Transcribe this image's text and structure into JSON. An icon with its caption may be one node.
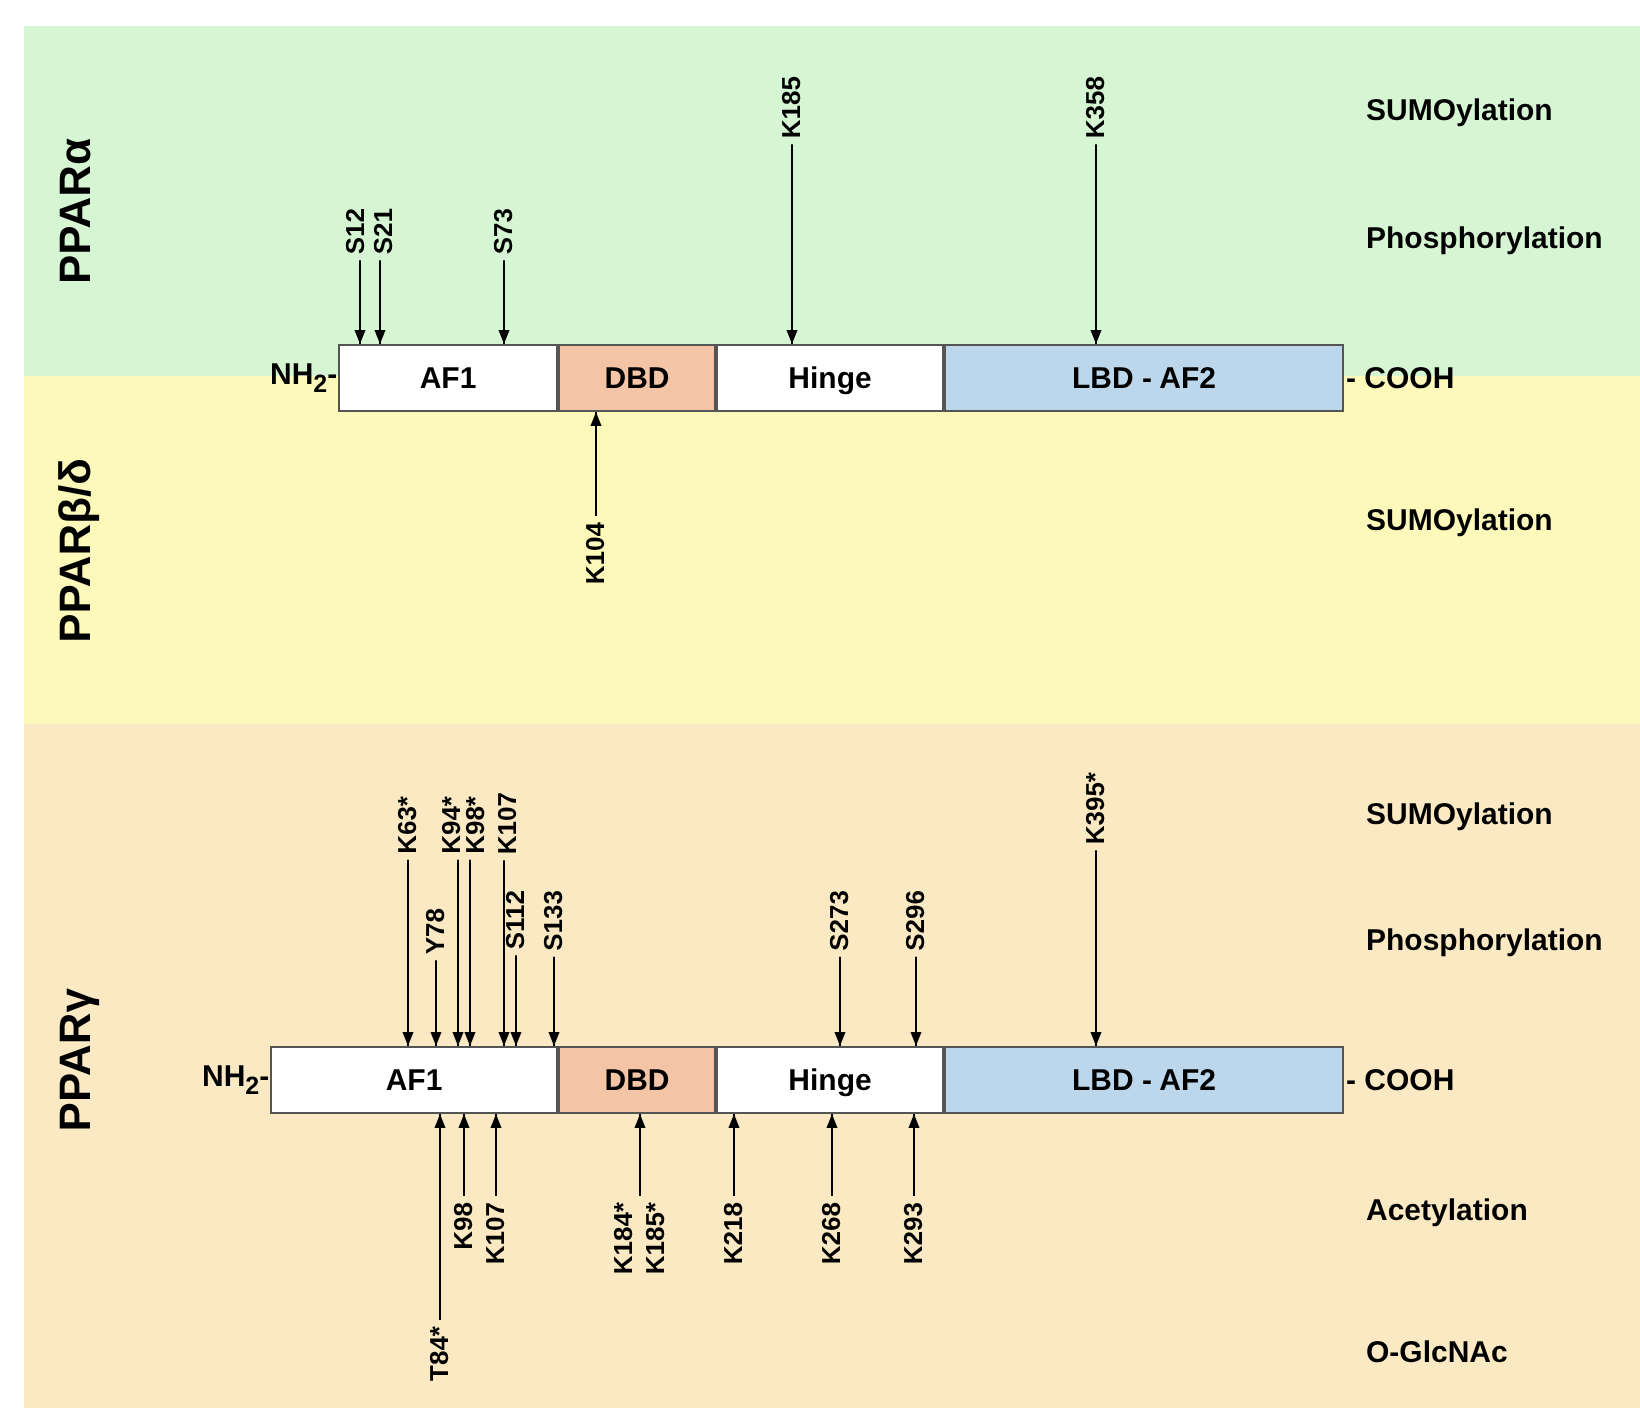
{
  "diagram": {
    "nodes": [
      {
        "text": [
          "PPARα"
        ]
      },
      {
        "text": [
          "PPARβ/δ"
        ]
      },
      {
        "text": [
          "PPARγ"
        ]
      },
      {
        "text": [
          "AF1"
        ],
        "beside": [
          "NH$_{2}$-"
        ]
      },
      {
        "text": [
          "DBD"
        ]
      },
      {
        "text": [
          "Hinge"
        ]
      },
      {
        "text": [
          "LBD - AF2"
        ],
        "beside": [
          "- COOH"
        ]
      },
      {
        "text": [
          "K185"
        ],
        "in": 0
      },
      {
        "text": [
          "K358"
        ],
        "in": 0
      },
      {
        "text": [
          "S12"
        ],
        "in": 0
      },
      {
        "text": [
          "S21"
        ],
        "in": 0
      },
      {
        "text": [
          "S73"
        ],
        "in": 0
      },
      {
        "text": [
          "K104"
        ],
        "in": 1
      },
      {
        "text": [
          "AF1"
        ],
        "in": 2,
        "beside": [
          "NH$_{2}$-"
        ]
      },
      {
        "text": [
          "DBD"
        ],
        "in": 2
      },
      {
        "text": [
          "Hinge"
        ],
        "in": 2
      },
      {
        "text": [
          "LBD - AF2"
        ],
        "in": 2,
        "beside": [
          "- COOH"
        ]
      },
      {
        "text": [
          "K63*"
        ],
        "in": 2
      },
      {
        "text": [
          "K94*"
        ],
        "in": 2
      },
      {
        "text": [
          "K98*"
        ],
        "in": 2
      },
      {
        "text": [
          "K107"
        ],
        "in": 2
      },
      {
        "text": [
          "Y78"
        ],
        "in": 2
      },
      {
        "text": [
          "S112"
        ],
        "in": 2
      },
      {
        "text": [
          "S133"
        ],
        "in": 2
      },
      {
        "text": [
          "S273"
        ],
        "in": 2
      },
      {
        "text": [
          "S296"
        ],
        "in": 2
      },
      {
        "text": [
          "K395*"
        ],
        "in": 2
      },
      {
        "text": [
          "K98"
        ],
        "in": 2
      },
      {
        "text": [
          "K107"
        ],
        "in": 2
      },
      {
        "text": [
          "K184*",
          "K185*"
        ],
        "in": 2
      },
      {
        "text": [
          "K218"
        ],
        "in": 2
      },
      {
        "text": [
          "K268"
        ],
        "in": 2
      },
      {
        "text": [
          "K293"
        ],
        "in": 2
      },
      {
        "text": [
          "T84*"
        ],
        "in": 2
      }
    ],
    "edges": [
      {
        "from": 7,
        "to": 5,
        "arrow": "to"
      },
      {
        "from": 8,
        "to": 6,
        "arrow": "to"
      },
      {
        "from": 9,
        "to": 3,
        "arrow": "to"
      },
      {
        "from": 10,
        "to": 3,
        "arrow": "to"
      },
      {
        "from": 11,
        "to": 3,
        "arrow": "to"
      },
      {
        "from": 12,
        "to": 4,
        "arrow": "to"
      },
      {
        "from": 17,
        "to": 13,
        "arrow": "to"
      },
      {
        "from": 18,
        "to": 13,
        "arrow": "to"
      },
      {
        "from": 19,
        "to": 13,
        "arrow": "to"
      },
      {
        "from": 20,
        "to": 13,
        "arrow": "to"
      },
      {
        "from": 21,
        "to": 13,
        "arrow": "to"
      },
      {
        "from": 22,
        "to": 13,
        "arrow": "to"
      },
      {
        "from": 23,
        "to": 13,
        "arrow": "to"
      },
      {
        "from": 24,
        "to": 15,
        "arrow": "to"
      },
      {
        "from": 25,
        "to": 15,
        "arrow": "to"
      },
      {
        "from": 26,
        "to": 16,
        "arrow": "to"
      },
      {
        "from": 27,
        "to": 13,
        "arrow": "to"
      },
      {
        "from": 28,
        "to": 13,
        "arrow": "to"
      },
      {
        "from": 29,
        "to": 14,
        "arrow": "to"
      },
      {
        "from": 30,
        "to": 15,
        "arrow": "to"
      },
      {
        "from": 31,
        "to": 15,
        "arrow": "to"
      },
      {
        "from": 32,
        "to": 15,
        "arrow": "to"
      },
      {
        "from": 33,
        "to": 13,
        "arrow": "to"
      }
    ],
    "labels": [
      "SUMOylation",
      "Phosphorylation",
      "SUMOylation",
      "SUMOylation",
      "Phosphorylation",
      "Acetylation",
      "O-GlcNAc"
    ]
  }
}
